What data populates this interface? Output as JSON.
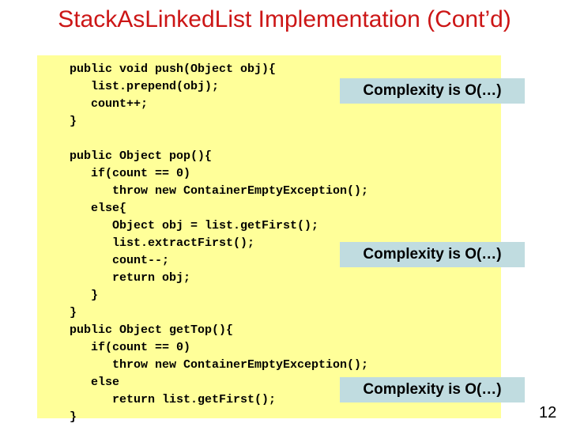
{
  "slide": {
    "title": "StackAsLinkedList Implementation (Cont’d)",
    "page_number": "12"
  },
  "code_panel": {
    "lines": [
      "public void push(Object obj){",
      "   list.prepend(obj);",
      "   count++;",
      "}",
      "",
      "public Object pop(){",
      "   if(count == 0)",
      "      throw new ContainerEmptyException();",
      "   else{",
      "      Object obj = list.getFirst();",
      "      list.extractFirst();",
      "      count--;",
      "      return obj;",
      "   }",
      "}",
      "public Object getTop(){",
      "   if(count == 0)",
      "      throw new ContainerEmptyException();",
      "   else",
      "      return list.getFirst();",
      "}"
    ]
  },
  "complexity_labels": [
    {
      "text": "Complexity is O(…)"
    },
    {
      "text": "Complexity is O(…)"
    },
    {
      "text": "Complexity is O(…)"
    }
  ],
  "colors": {
    "title_red": "#cc1616",
    "code_panel_yellow": "#ffff99",
    "complexity_blue": "#c0dce0",
    "code_text": "#000000",
    "background": "#ffffff"
  }
}
